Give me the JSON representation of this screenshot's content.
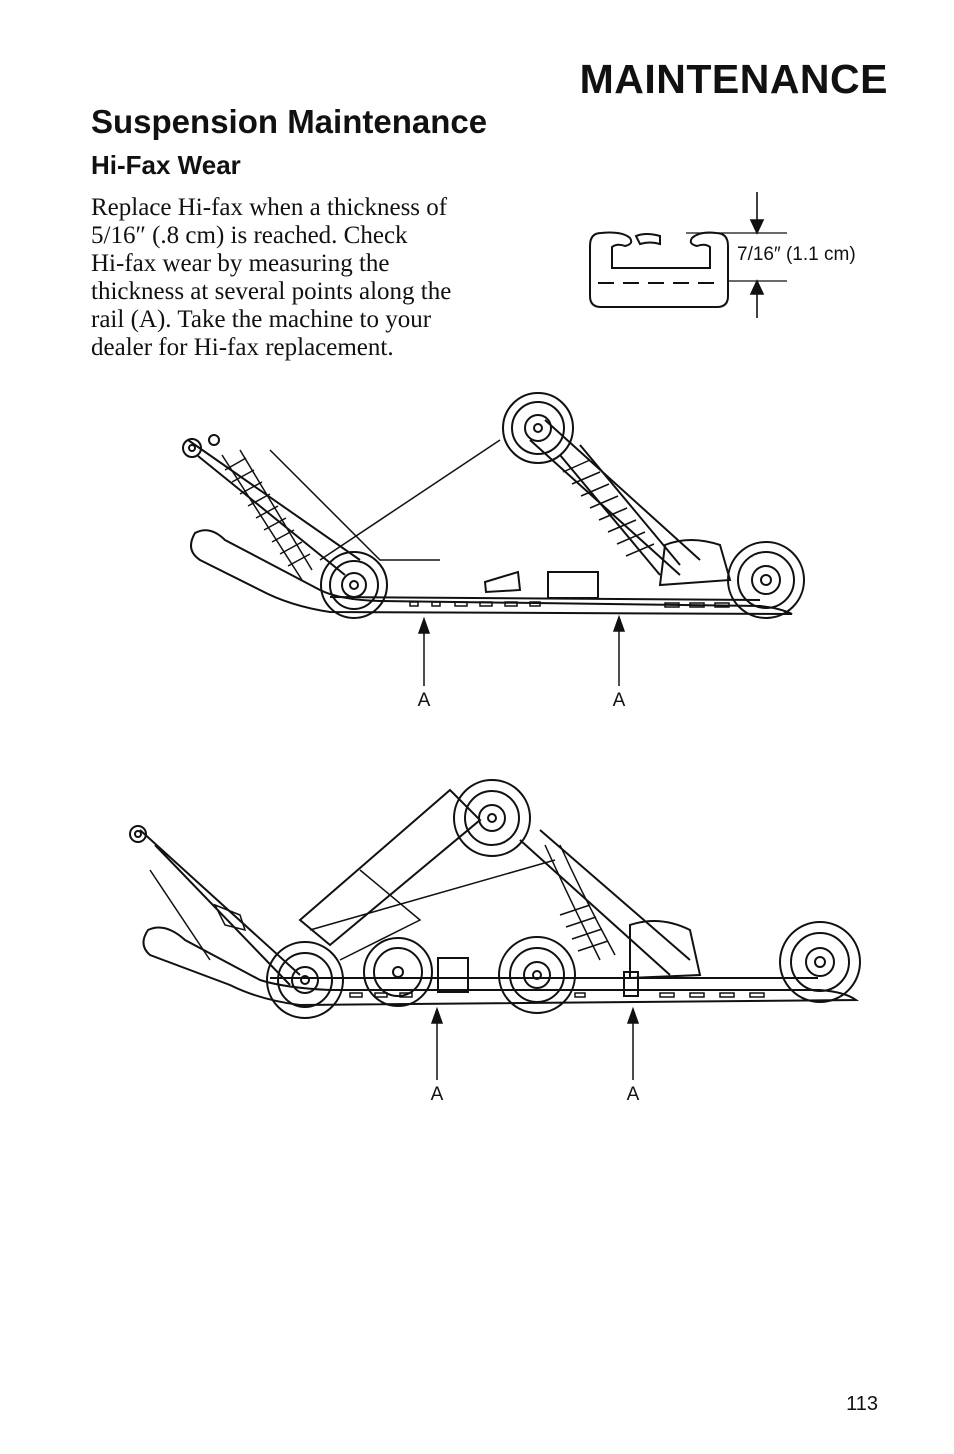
{
  "header": {
    "section": "MAINTENANCE"
  },
  "page": {
    "title": "Suspension Maintenance",
    "subheading": "Hi-Fax Wear",
    "body_lines": [
      "Replace Hi-fax when a thickness of",
      "5/16″ (.8 cm) is reached.  Check",
      "Hi-fax wear by measuring the",
      "thickness at several points along the",
      "rail (A).  Take the machine to your",
      "dealer for Hi-fax replacement."
    ],
    "page_number": "113"
  },
  "hifax_diagram": {
    "dimension_label": "7/16″ (1.1 cm)"
  },
  "figure_1": {
    "callouts": [
      "A",
      "A"
    ]
  },
  "figure_2": {
    "callouts": [
      "A",
      "A"
    ]
  }
}
